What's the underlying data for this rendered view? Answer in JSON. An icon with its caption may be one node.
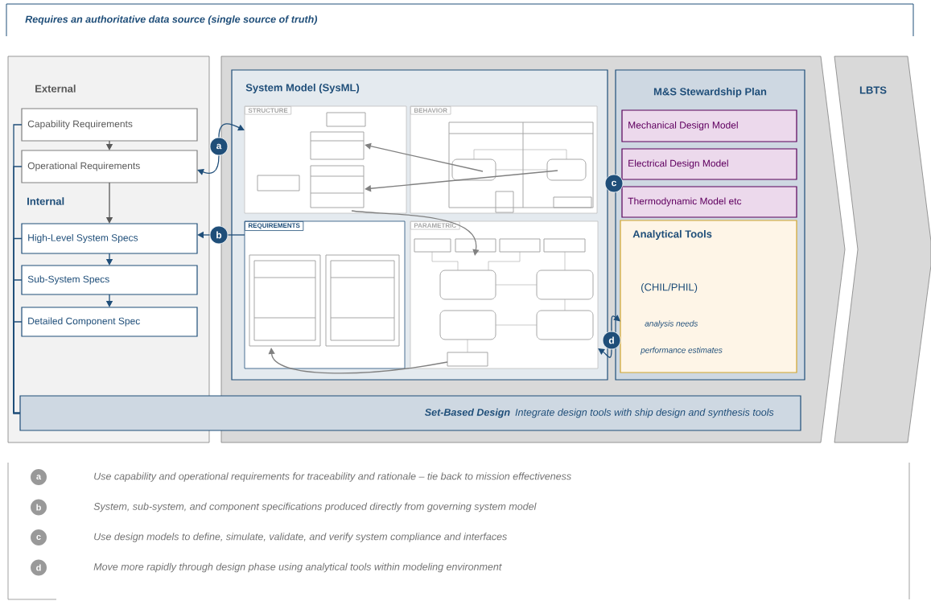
{
  "diagram": {
    "title": "Requires an authoritative data source (single source of truth)",
    "nodes": [
      {
        "text": [
          "External",
          "Internal"
        ]
      },
      {
        "text": [
          "Capability Requirements"
        ],
        "in": 0
      },
      {
        "text": [
          "Operational Requirements"
        ],
        "in": 0
      },
      {
        "text": [
          "High-Level System Specs"
        ],
        "in": 0
      },
      {
        "text": [
          "Sub-System Specs"
        ],
        "in": 0
      },
      {
        "text": [
          "Detailed Component Spec"
        ],
        "in": 0
      },
      {
        "text": [
          "System Model (SysML)"
        ]
      },
      {
        "text": [
          "STRUCTURE"
        ],
        "in": 6
      },
      {
        "text": [
          "BEHAVIOR"
        ],
        "in": 6
      },
      {
        "text": [
          "REQUIREMENTS"
        ],
        "in": 6
      },
      {
        "text": [
          "PARAMETRIC"
        ],
        "in": 6
      },
      {
        "text": [
          "M&S Stewardship Plan"
        ]
      },
      {
        "text": [
          "Mechanical Design Model"
        ],
        "in": 11
      },
      {
        "text": [
          "Electrical Design Model"
        ],
        "in": 11
      },
      {
        "text": [
          "Thermodynamic Model etc"
        ],
        "in": 11
      },
      {
        "text": [
          "Analytical Tools",
          "(CHIL/PHIL)",
          "analysis needs",
          "performance estimates"
        ],
        "in": 11
      },
      {
        "text": [
          "LBTS"
        ]
      },
      {
        "text": [
          "Set-Based Design",
          "Integrate design tools with ship design and synthesis tools"
        ]
      },
      {
        "text": [
          "a"
        ]
      },
      {
        "text": [
          "b"
        ]
      },
      {
        "text": [
          "c"
        ]
      },
      {
        "text": [
          "d"
        ]
      }
    ],
    "edges": [
      {
        "from": 1,
        "to": 2,
        "arrow": "to",
        "color": "#595959"
      },
      {
        "from": 2,
        "to": 3,
        "arrow": "to",
        "color": "#595959"
      },
      {
        "from": 3,
        "to": 4,
        "arrow": "to"
      },
      {
        "from": 4,
        "to": 5,
        "arrow": "to"
      },
      {
        "from": 18,
        "to": 7,
        "arrow": "to"
      },
      {
        "from": 18,
        "to": 2,
        "arrow": "to"
      },
      {
        "from": 9,
        "to": 19,
        "arrow": "none"
      },
      {
        "from": 19,
        "to": 3,
        "arrow": "to"
      },
      {
        "from": 17,
        "to": 1,
        "arrow": "none"
      },
      {
        "from": 17,
        "to": 2,
        "arrow": "none"
      },
      {
        "from": 17,
        "to": 3,
        "arrow": "none"
      },
      {
        "from": 17,
        "to": 4,
        "arrow": "none"
      },
      {
        "from": 17,
        "to": 5,
        "arrow": "none"
      },
      {
        "from": 21,
        "to": 15,
        "arrow": "to"
      },
      {
        "from": 21,
        "to": 10,
        "arrow": "to"
      },
      {
        "from": 8,
        "to": 7,
        "arrow": "to",
        "color": "#808080"
      },
      {
        "from": 8,
        "to": 7,
        "arrow": "to",
        "color": "#808080"
      },
      {
        "from": 7,
        "to": 10,
        "arrow": "to",
        "color": "#808080"
      },
      {
        "from": 10,
        "to": 9,
        "arrow": "to",
        "color": "#808080"
      }
    ],
    "labels": [
      "a",
      "Use capability and operational requirements for traceability and rationale – tie back to mission effectiveness",
      "b",
      "System, sub-system, and component specifications produced directly from governing system model",
      "c",
      "Use design models to define, simulate, validate, and verify system compliance and interfaces",
      "d",
      "Move more rapidly through design phase using analytical tools within modeling environment"
    ]
  }
}
